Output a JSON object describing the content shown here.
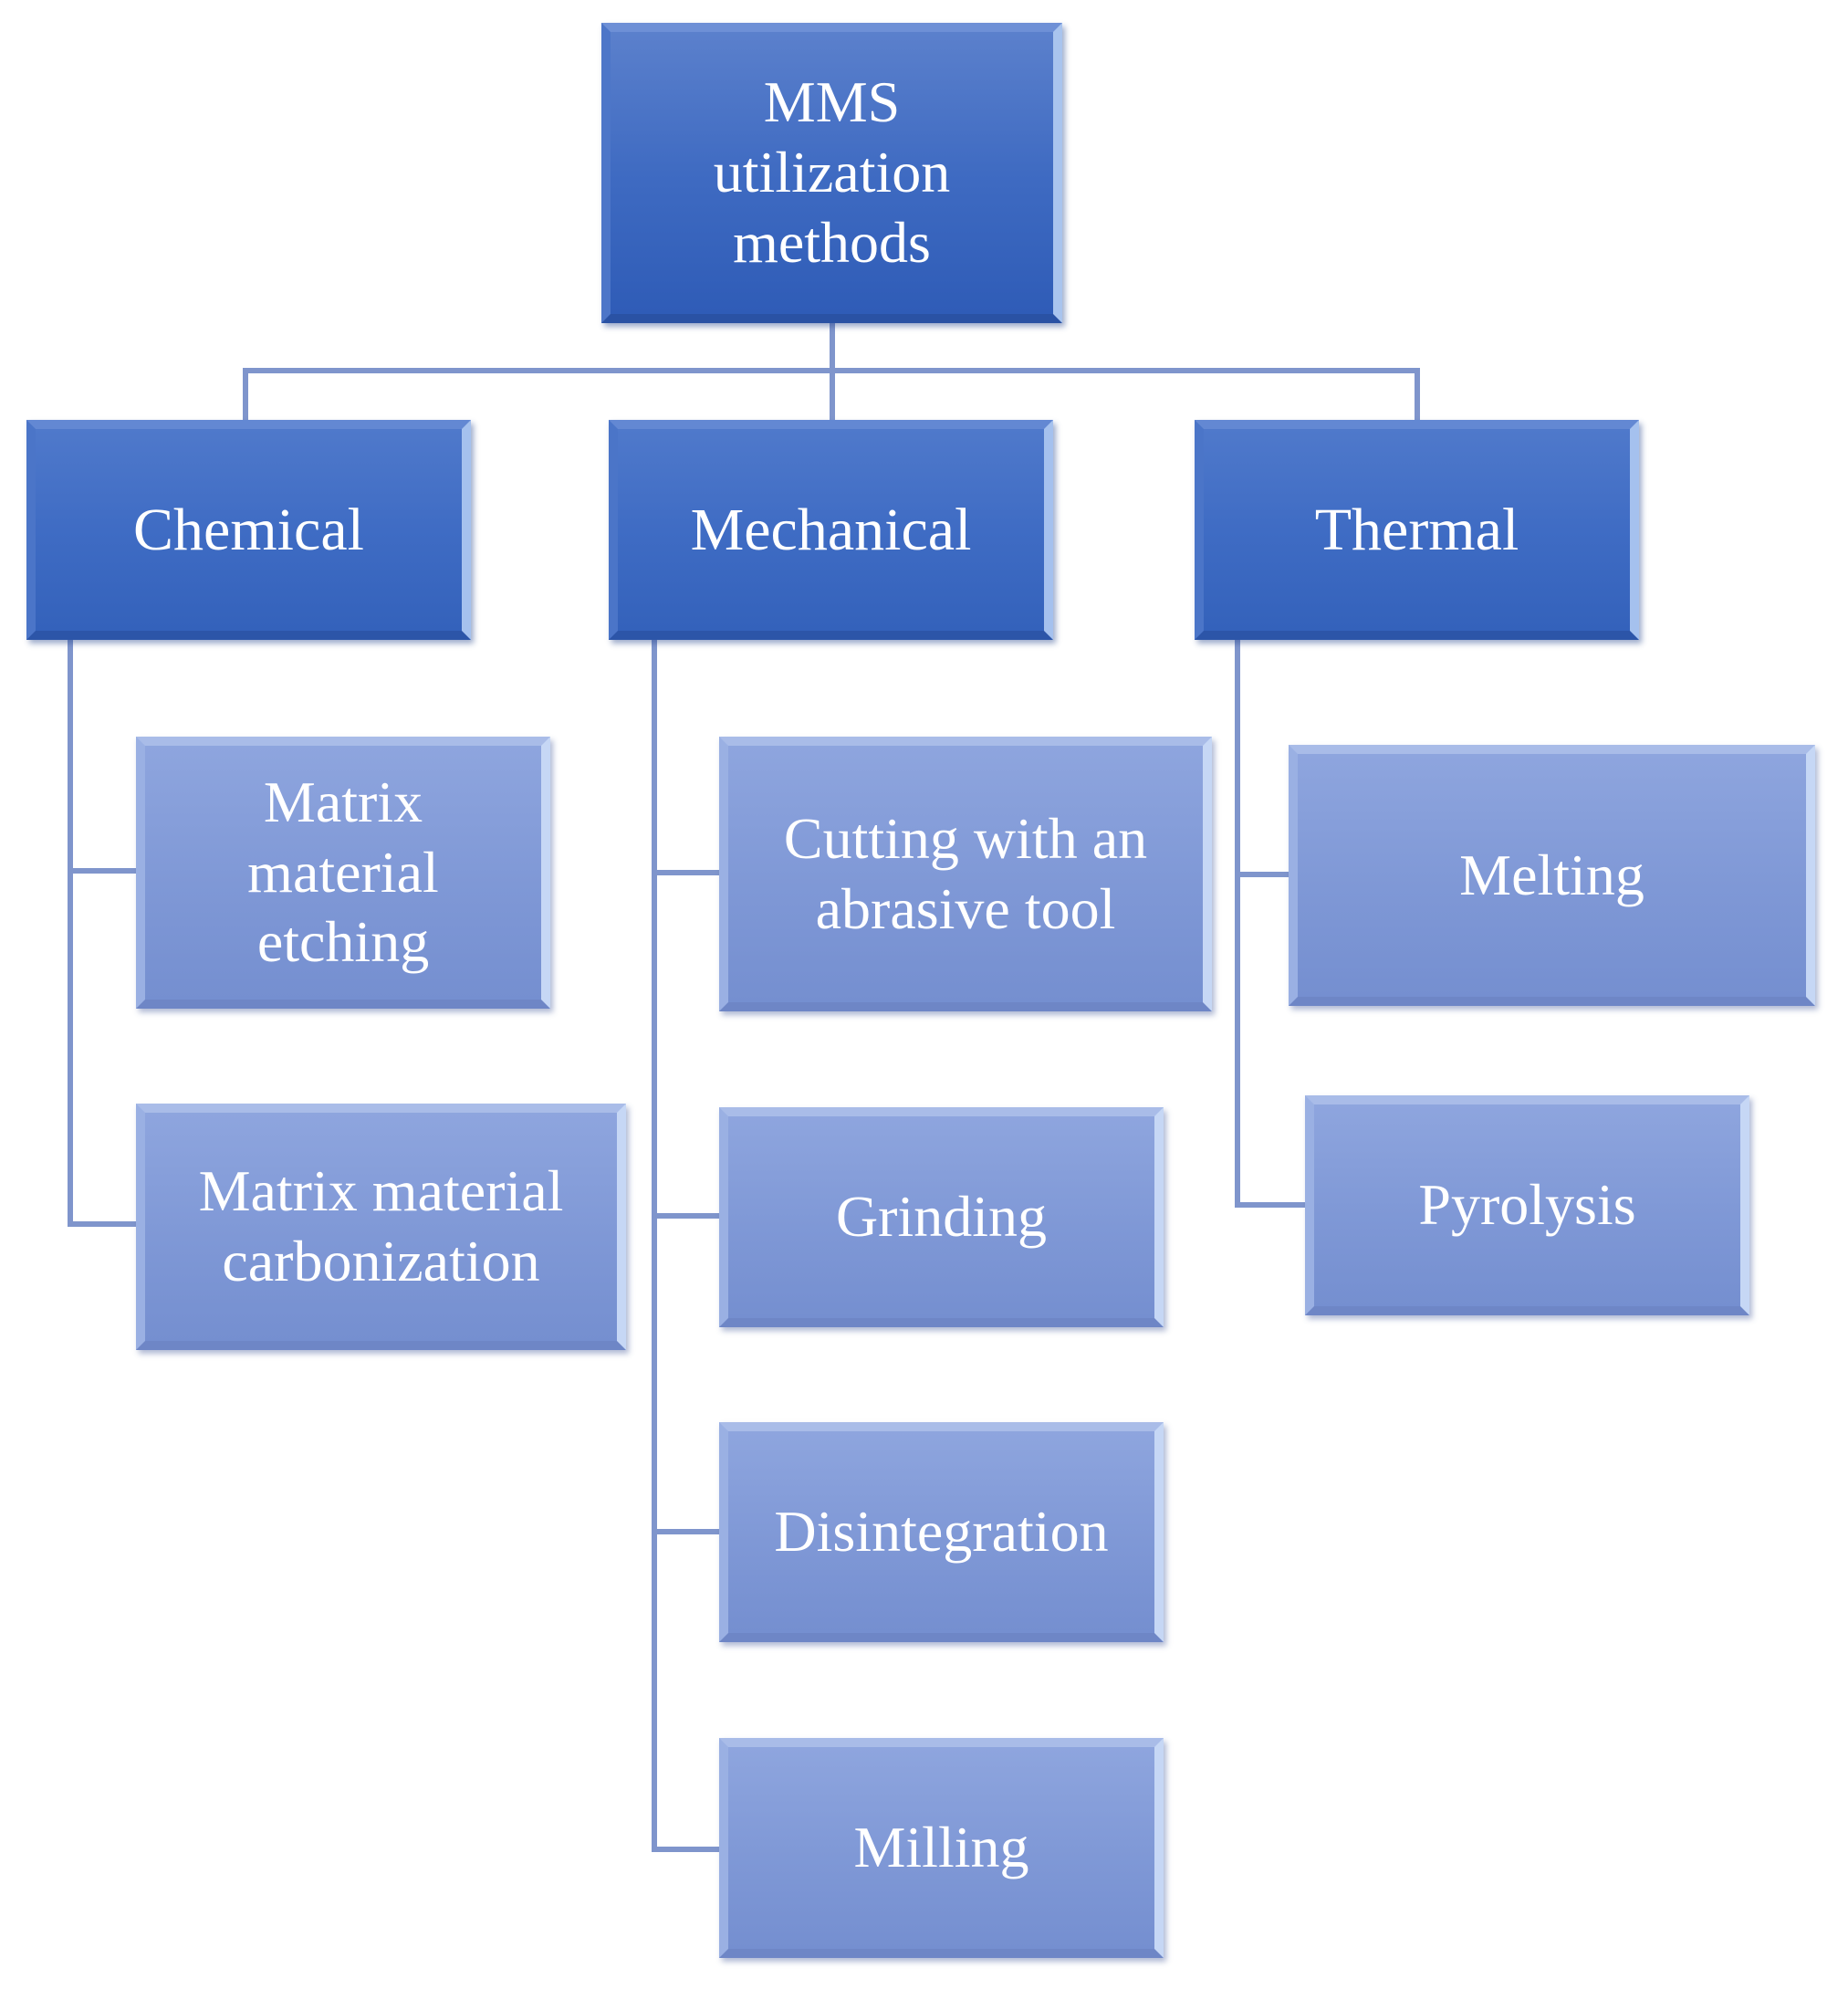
{
  "diagram": {
    "root": {
      "label_lines": [
        "MMS",
        "utilization",
        "methods"
      ]
    },
    "categories": [
      {
        "key": "chemical",
        "label": "Chemical",
        "children": [
          {
            "label_lines": [
              "Matrix",
              "material",
              "etching"
            ]
          },
          {
            "label_lines": [
              "Matrix material",
              "carbonization"
            ]
          }
        ]
      },
      {
        "key": "mechanical",
        "label": "Mechanical",
        "children": [
          {
            "label_lines": [
              "Cutting with an",
              "abrasive tool"
            ]
          },
          {
            "label_lines": [
              "Grinding"
            ]
          },
          {
            "label_lines": [
              "Disintegration"
            ]
          },
          {
            "label_lines": [
              "Milling"
            ]
          }
        ]
      },
      {
        "key": "thermal",
        "label": "Thermal",
        "children": [
          {
            "label_lines": [
              "Melting"
            ]
          },
          {
            "label_lines": [
              "Pyrolysis"
            ]
          }
        ]
      }
    ],
    "colors": {
      "root_fill": "#3f6bc2",
      "category_fill": "#3f6cc4",
      "leaf_fill": "#7f98d6",
      "connector": "#7f95cc",
      "text": "#ffffff"
    }
  }
}
